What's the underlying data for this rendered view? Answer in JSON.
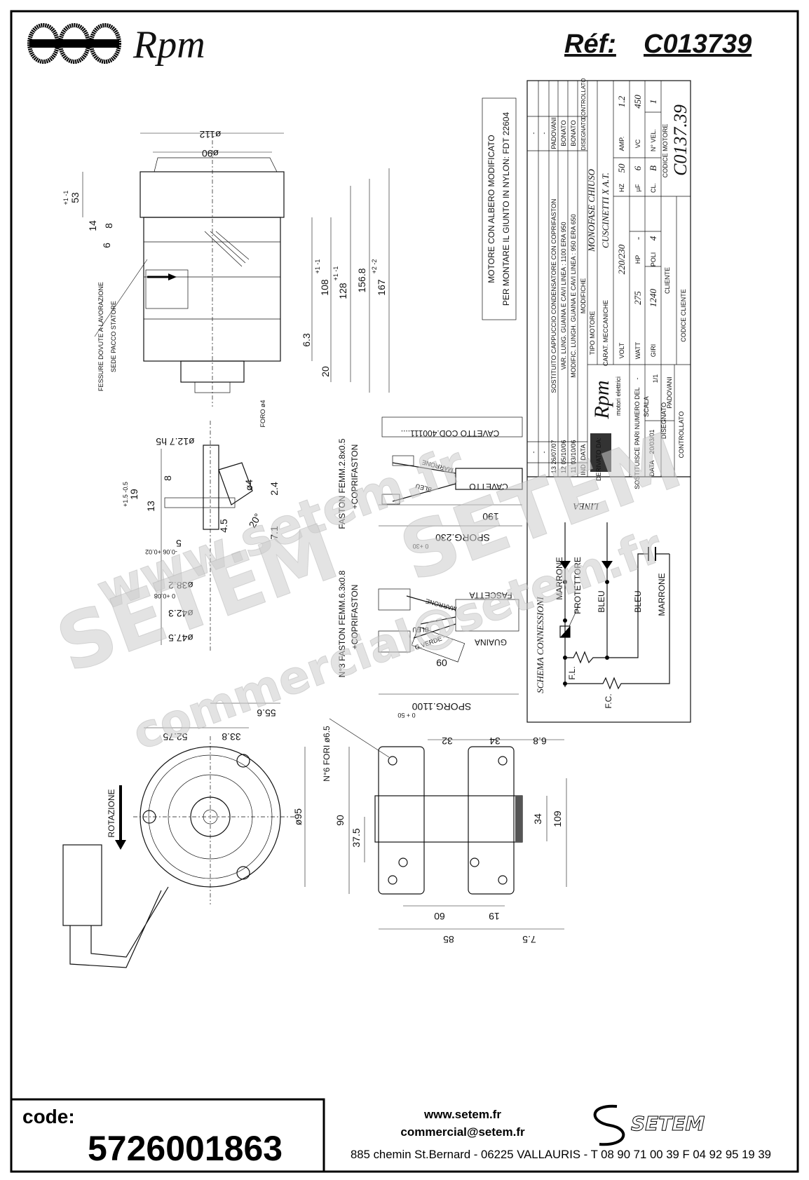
{
  "header": {
    "logo_text": "Rpm",
    "ref_label": "Réf:",
    "ref_value": "C013739"
  },
  "note": {
    "line1": "MOTORE CON ALBERO MODIFICATO",
    "line2": "PER MONTARE IL GIUNTO IN NYLON: FDT 22604"
  },
  "title_block": {
    "revisions": [
      {
        "ind": "13",
        "date": "26/07/07",
        "text": "SOSTITUITO CAPPUCCIO CONDENSATORE CON COPRIFASTON",
        "by": "PADOVANI"
      },
      {
        "ind": "12",
        "date": "05/10/06",
        "text": "VAR. LUNG. GUAINA E CAVI  LINEA : 1100 ERA 950",
        "by": "BONATO"
      },
      {
        "ind": "11",
        "date": "03/10/06",
        "text": "MODIFIC. LUNGH. GUAINA E  CAVI LINEA : 950 ERA 650",
        "by": "BONATO"
      }
    ],
    "dash": "-",
    "hdr_ind": "IND",
    "hdr_data": "DATA",
    "hdr_modifiche": "MODIFICHE",
    "hdr_disegnato": "DISEGNATO",
    "hdr_controllato": "CONTROLLATO",
    "logo_text": "Rpm",
    "logo_sub": "motori elettrici",
    "tipo_motore_label": "TIPO MOTORE",
    "tipo_motore": "MONOFASE CHIUSO",
    "carat_label": "CARAT. MECCANICHE",
    "carat": "CUSCINETTI X A.T.",
    "volt_label": "VOLT",
    "volt": "220/230",
    "hz_label": "HZ",
    "hz": "50",
    "amp_label": "AMP.",
    "amp": "1.2",
    "watt_label": "WATT",
    "watt": "275",
    "hp_label": "HP",
    "hp": "-",
    "uf_label": "µF",
    "uf": "6",
    "vc_label": "VC",
    "vc": "450",
    "giri_label": "GIRI",
    "giri": "1240",
    "poli_label": "POLI",
    "poli": "4",
    "cl_label": "CL.",
    "cl": "B",
    "nvel_label": "N° VEL.",
    "nvel": "1",
    "cliente_label": "CLIENTE",
    "codice_motore_label": "CODICE MOTORE",
    "codice_motore": "C0137.39",
    "codice_cliente_label": "CODICE CLIENTE",
    "derivato_label": "DERIVATO DA:",
    "derivato": "-",
    "sostituisce_label": "SOSTITUISCE PARI NUMERO DEL",
    "sostituisce": "-",
    "data_label": "DATA",
    "data": "20/03/01",
    "scala_label": "SCALA",
    "scala": "1/1",
    "disegnato_label": "DISEGNATO",
    "disegnato": "PADOVANI",
    "controllato_label": "CONTROLLATO"
  },
  "side_view": {
    "d112": "ø112",
    "d90": "ø90",
    "h53": "53",
    "h53_tol": "+1  -1",
    "h14": "14",
    "h8": "8",
    "h6": "6",
    "h108": "108",
    "h108_tol": "+1 -1",
    "h128": "128",
    "h128_tol": "+1 -1",
    "h156": "156.8",
    "h167": "167",
    "h167_tol": "+2 -2",
    "h6_3": "6.3",
    "h20": "20",
    "foro": "FORO ø4",
    "fessure1": "FESSURE DOVUTE A LAVORAZIONE",
    "fessure2": "SEDE PACCO STATORE"
  },
  "shaft_detail": {
    "d12": "ø12.7  h5",
    "s8": "8",
    "s19": "19",
    "s19_tol": "+1.5  -0.5",
    "s13": "13",
    "d4": "ø4",
    "s2_4": "2.4",
    "a20": "20°",
    "s4_5": "4.5",
    "s7_1": "7.1",
    "s5": "5",
    "s5_tol": "-0.06  +0.02",
    "d38": "ø38.2",
    "d38_tol": "0  +0.08",
    "d42": "ø42.3",
    "d47": "ø47.5"
  },
  "cable_detail": {
    "cavetto_cod": "CAVETTO COD.400111....",
    "cavetto": "CAVETTO",
    "l190": "190",
    "sporg230": "SPORG.230",
    "sporg230_tol": "0  +30",
    "marrone": "MARRONE",
    "bleu": "BLEU",
    "faston1": "FASTON FEMM.2.8x0.5",
    "coprifaston": "+COPRIFASTON",
    "fascetta": "FASCETTA",
    "guaina": "GUAINA",
    "gverde": "G.VERDE",
    "l60": "60",
    "sporg1100": "SPORG.1100",
    "sporg1100_tol": "0  + 50",
    "faston3": "N°3 FASTON FEMM.6.3x0.8"
  },
  "front_view": {
    "d55": "55.6",
    "d52": "52.75",
    "d33": "33.8",
    "d95": "ø95",
    "rotazione": "ROTAZIONE"
  },
  "bracket": {
    "fori": "N°6 FORI ø6.5",
    "d32": "32",
    "d34a": "34",
    "d6_8": "6.8",
    "d90": "90",
    "d37": "37.5",
    "d34b": "34",
    "d109": "109",
    "d60": "60",
    "d19": "19",
    "d85": "85",
    "d7_5": "7.5"
  },
  "schema": {
    "title": "SCHEMA CONNESSIONI",
    "linea": "LINEA",
    "marrone": "MARRONE",
    "protettore": "PROTETTORE",
    "bleu1": "BLEU",
    "bleu2": "BLEU",
    "marrone2": "MARRONE",
    "fl": "F.L.",
    "fc": "F.C."
  },
  "watermark": {
    "site": "www.setem.fr",
    "brand": "SETEM",
    "email": "commercial@setem.fr"
  },
  "footer": {
    "code_label": "code:",
    "code_value": "5726001863",
    "website": "www.setem.fr",
    "email": "commercial@setem.fr",
    "address": "885 chemin St.Bernard  -  06225 VALLAURIS  -  T 08 90 71 00 39   F 04 92 95 19 39",
    "brand": "SETEM"
  }
}
